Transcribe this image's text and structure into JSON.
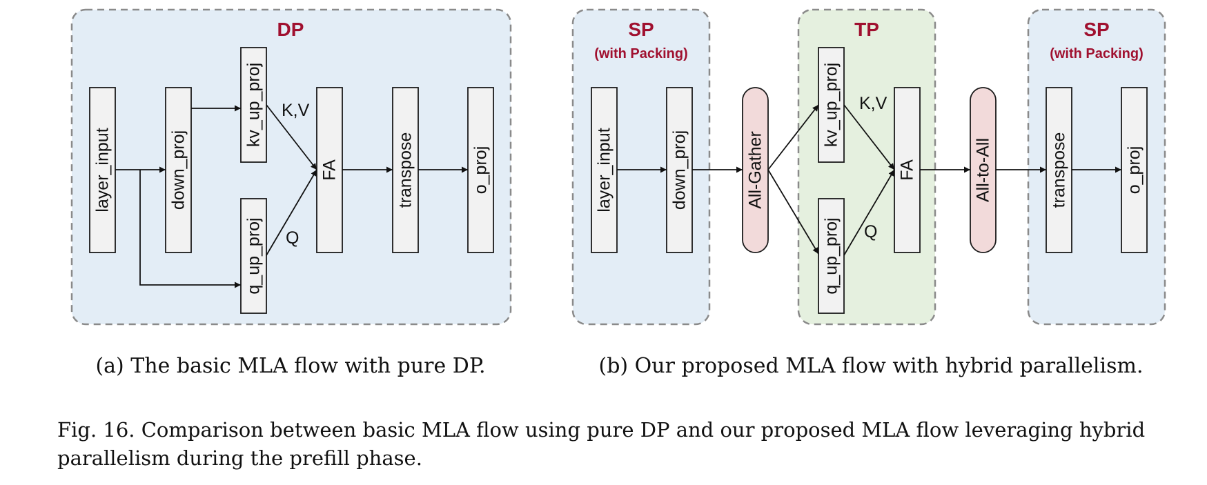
{
  "diagram_a": {
    "title": "DP",
    "nodes": {
      "layer_input": "layer_input",
      "down_proj": "down_proj",
      "kv_up_proj": "kv_up_proj",
      "q_up_proj": "q_up_proj",
      "fa": "FA",
      "transpose": "transpose",
      "o_proj": "o_proj"
    },
    "edge_labels": {
      "kv": "K,V",
      "q": "Q"
    },
    "caption": "(a) The basic MLA flow with pure DP."
  },
  "diagram_b": {
    "regions": {
      "sp_left": {
        "title": "SP",
        "subtitle": "(with Packing)"
      },
      "tp": {
        "title": "TP"
      },
      "sp_right": {
        "title": "SP",
        "subtitle": "(with Packing)"
      }
    },
    "nodes": {
      "layer_input": "layer_input",
      "down_proj": "down_proj",
      "all_gather": "All-Gather",
      "kv_up_proj": "kv_up_proj",
      "q_up_proj": "q_up_proj",
      "fa": "FA",
      "all_to_all": "All-to-All",
      "transpose": "transpose",
      "o_proj": "o_proj"
    },
    "edge_labels": {
      "kv": "K,V",
      "q": "Q"
    },
    "caption": "(b) Our proposed MLA flow with hybrid parallelism."
  },
  "figure_caption": "Fig. 16.  Comparison between basic MLA flow using pure DP and our proposed MLA flow leveraging hybrid parallelism during the prefill phase.",
  "colors": {
    "title_red": "#a0102f",
    "region_blue": "#e3edf6",
    "region_green": "#e5f0df",
    "node_fill": "#f2f2f2",
    "collective_fill": "#f2dada"
  }
}
